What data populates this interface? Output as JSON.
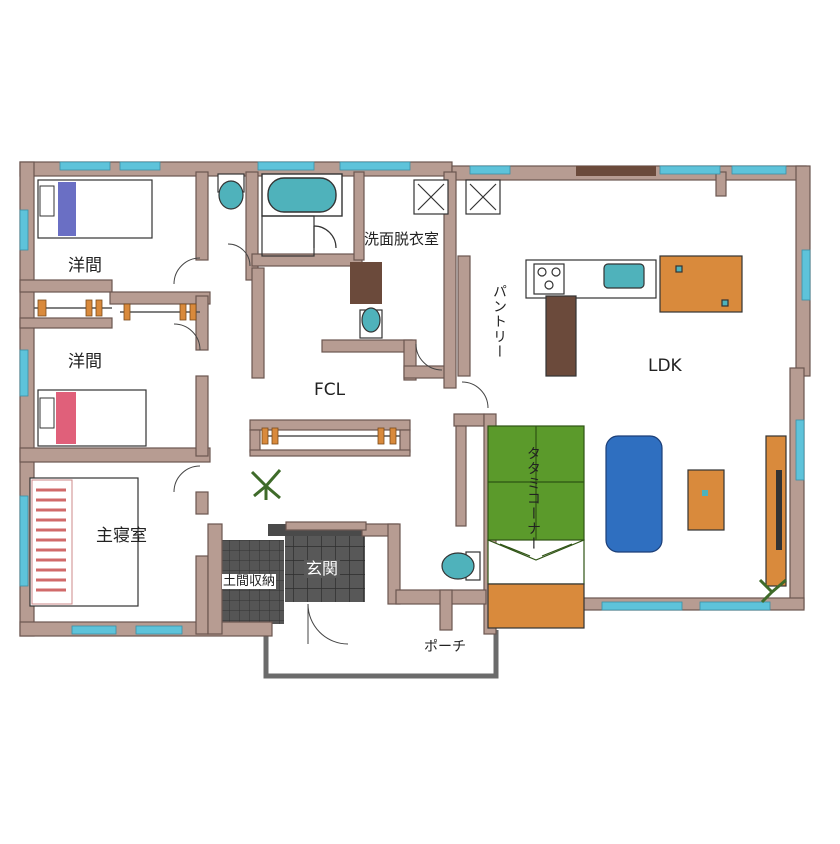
{
  "rooms": {
    "western_room_1": "洋間",
    "western_room_2": "洋間",
    "master_bedroom": "主寝室",
    "fcl": "FCL",
    "washroom": "洗面脱衣室",
    "pantry": "パントリー",
    "ldk": "LDK",
    "tatami_corner": "タタミコーナー",
    "entrance": "玄関",
    "doma_storage": "土間収納",
    "porch": "ポーチ"
  },
  "colors": {
    "wall": "#b79c92",
    "wall_edge": "#6b5650",
    "window": "#5ec3da",
    "tatami": "#5b9a2b",
    "entrance_tile": "#4e4e4e",
    "wood": "#d98a3c",
    "sofa": "#2f6fc0",
    "bath": "#4fb2bb",
    "bed_blue": "#6a6fc4",
    "bed_pink": "#e0607a",
    "counter_dark": "#6b4a3b",
    "plant": "#3f6b2a"
  }
}
